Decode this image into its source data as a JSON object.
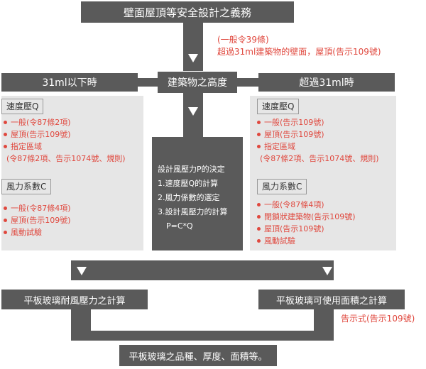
{
  "title": "壁面屋頂等安全設計之義務",
  "regulation_note": {
    "line1": "(一般令39條)",
    "line2": "超過31ml建築物的壁面，屋頂(告示109號)"
  },
  "height_label": "建築物之高度",
  "branch_left": "31ml以下時",
  "branch_right": "超過31ml時",
  "left": {
    "velocity_label": "速度壓Q",
    "velocity_items": [
      "一般(令87條2項)",
      "屋頂(告示109號)",
      "指定區域"
    ],
    "velocity_continuation": "(令87條2項、告示1074號、規則)",
    "wind_label": "風力系數C",
    "wind_items": [
      "一般(令87條4項)",
      "屋頂(告示109號)",
      "風動試驗"
    ]
  },
  "right": {
    "velocity_label": "速度壓Q",
    "velocity_items": [
      "一般(告示109號)",
      "屋頂(告示109號)",
      "指定區域"
    ],
    "velocity_continuation": "(令87條2項、告示1074號、規則)",
    "wind_label": "風力系數C",
    "wind_items": [
      "一般(令87條4項)",
      "閉鎖狀建築物(告示109號)",
      "屋頂(告示109號)",
      "風動試驗"
    ]
  },
  "center": {
    "title": "設計風壓力P的決定",
    "steps": [
      "1.速度壓Q的計算",
      "2.風力係數的選定",
      "3.設計風壓力的計算"
    ],
    "formula": "P=C*Q"
  },
  "bottom_left": "平板玻璃耐風壓力之計算",
  "bottom_right": "平板玻璃可使用面積之計算",
  "bottom_right_note": "告示式(告示109號)",
  "result": "平板玻璃之品種、厚度、面積等。",
  "colors": {
    "dark": "#5a5a5a",
    "light": "#e6e6e6",
    "accent": "#e0483e"
  }
}
